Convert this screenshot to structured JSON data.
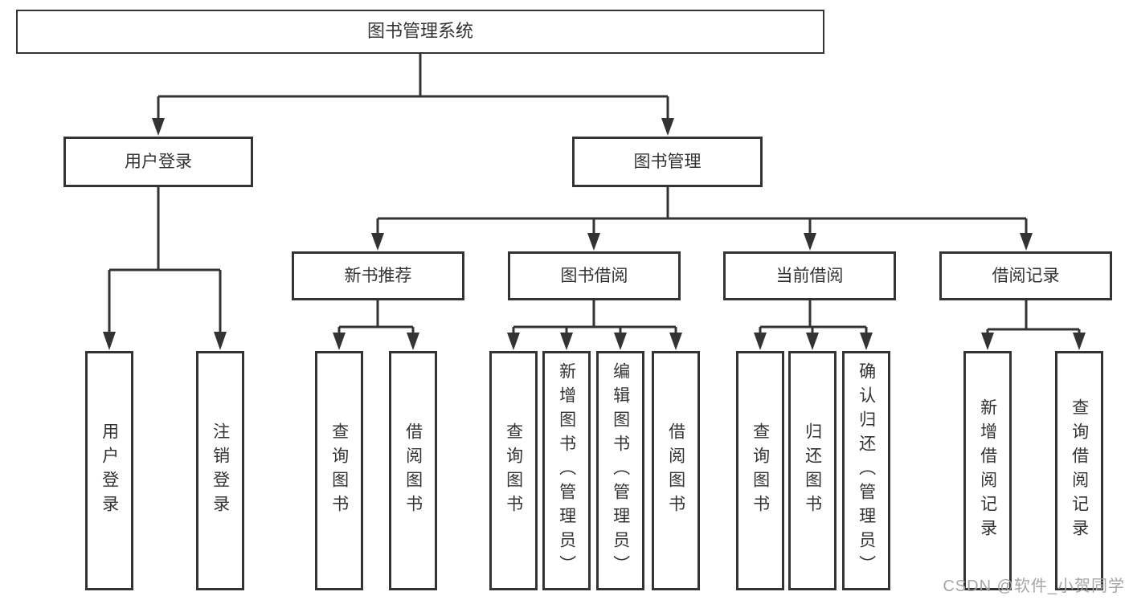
{
  "diagram": {
    "root": "图书管理系统",
    "branches": {
      "user_login": {
        "label": "用户登录",
        "children": [
          "用户登录",
          "注销登录"
        ]
      },
      "book_mgmt": {
        "label": "图书管理",
        "sections": [
          {
            "label": "新书推荐",
            "children": [
              "查询图书",
              "借阅图书"
            ]
          },
          {
            "label": "图书借阅",
            "children": [
              "查询图书",
              "新增图书（管理员）",
              "编辑图书（管理员）",
              "借阅图书"
            ]
          },
          {
            "label": "当前借阅",
            "children": [
              "查询图书",
              "归还图书",
              "确认归还（管理员）"
            ]
          },
          {
            "label": "借阅记录",
            "children": [
              "新增借阅记录",
              "查询借阅记录"
            ]
          }
        ]
      }
    }
  },
  "watermark": "CSDN @软件_小贺同学",
  "colors": {
    "line": "#333333",
    "box_border": "#333333",
    "box_fill": "#ffffff",
    "text": "#333333",
    "watermark": "#a6a6a6",
    "background": "#ffffff"
  }
}
